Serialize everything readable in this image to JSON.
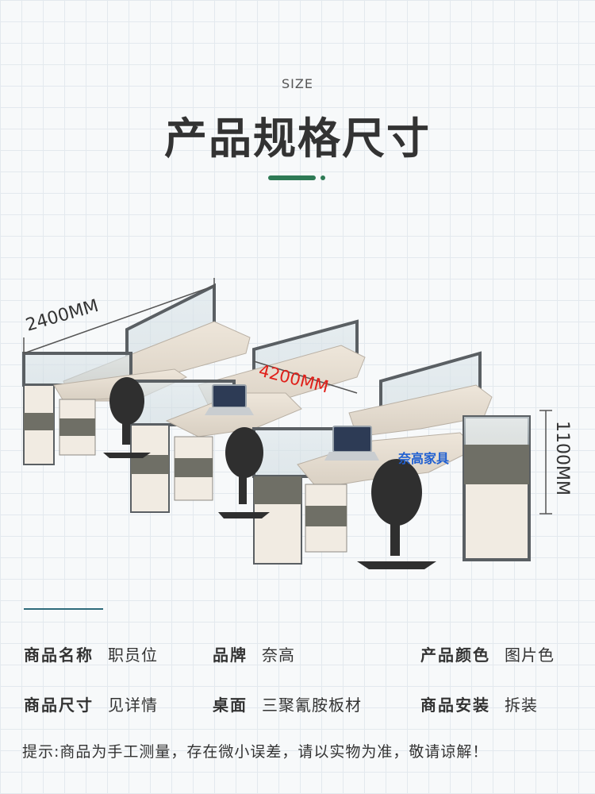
{
  "header": {
    "size_label": "SIZE",
    "title": "产品规格尺寸",
    "accent_color": "#2e7a55"
  },
  "illustration": {
    "dimensions": {
      "width": "2400MM",
      "length": "4200MM",
      "height": "1100MM"
    },
    "brand_sign": "奈高家具"
  },
  "specs": [
    {
      "label": "商品名称",
      "value": "职员位"
    },
    {
      "label": "品牌",
      "value": "奈高"
    },
    {
      "label": "产品颜色",
      "value": "图片色"
    },
    {
      "label": "商品尺寸",
      "value": "见详情"
    },
    {
      "label": "桌面",
      "value": "三聚氰胺板材"
    },
    {
      "label": "商品安装",
      "value": "拆装"
    }
  ],
  "notice": "提示:商品为手工测量，存在微小误差，请以实物为准，敬请谅解！"
}
